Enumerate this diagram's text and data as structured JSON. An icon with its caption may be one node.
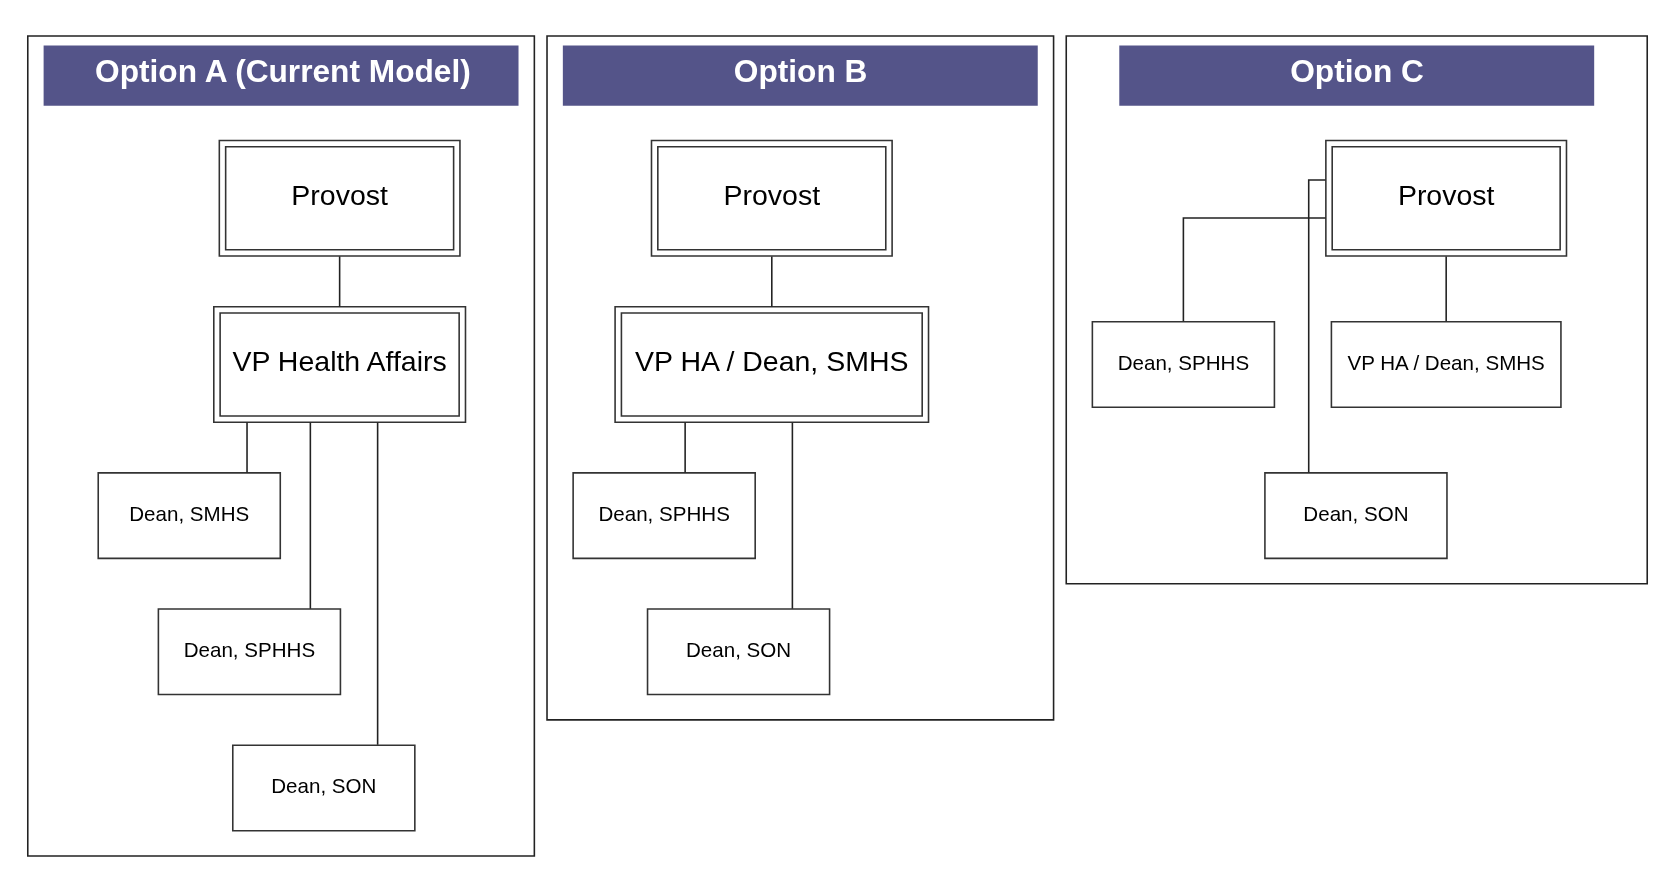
{
  "diagram": {
    "nodes": [
      {
        "text": [
          "Option A (Current Model)"
        ]
      },
      {
        "text": [
          "Provost"
        ],
        "in": 0
      },
      {
        "text": [
          "VP Health Affairs"
        ],
        "in": 0
      },
      {
        "text": [
          "Dean, SMHS"
        ],
        "in": 0
      },
      {
        "text": [
          "Dean, SPHHS"
        ],
        "in": 0
      },
      {
        "text": [
          "Dean, SON"
        ],
        "in": 0
      },
      {
        "text": [
          "Option B"
        ]
      },
      {
        "text": [
          "Provost"
        ],
        "in": 6
      },
      {
        "text": [
          "VP HA / Dean, SMHS"
        ],
        "in": 6
      },
      {
        "text": [
          "Dean, SPHHS"
        ],
        "in": 6
      },
      {
        "text": [
          "Dean, SON"
        ],
        "in": 6
      },
      {
        "text": [
          "Option C"
        ]
      },
      {
        "text": [
          "Provost"
        ],
        "in": 11
      },
      {
        "text": [
          "Dean, SPHHS"
        ],
        "in": 11
      },
      {
        "text": [
          "VP HA / Dean, SMHS"
        ],
        "in": 11
      },
      {
        "text": [
          "Dean, SON"
        ],
        "in": 11
      }
    ],
    "edges": [
      {
        "from": 1,
        "to": 2,
        "arrow": "none"
      },
      {
        "from": 2,
        "to": 3,
        "arrow": "none"
      },
      {
        "from": 2,
        "to": 4,
        "arrow": "none"
      },
      {
        "from": 2,
        "to": 5,
        "arrow": "none"
      },
      {
        "from": 7,
        "to": 8,
        "arrow": "none"
      },
      {
        "from": 8,
        "to": 9,
        "arrow": "none"
      },
      {
        "from": 8,
        "to": 10,
        "arrow": "none"
      },
      {
        "from": 12,
        "to": 13,
        "arrow": "none"
      },
      {
        "from": 12,
        "to": 14,
        "arrow": "none"
      },
      {
        "from": 12,
        "to": 15,
        "arrow": "none"
      }
    ]
  }
}
